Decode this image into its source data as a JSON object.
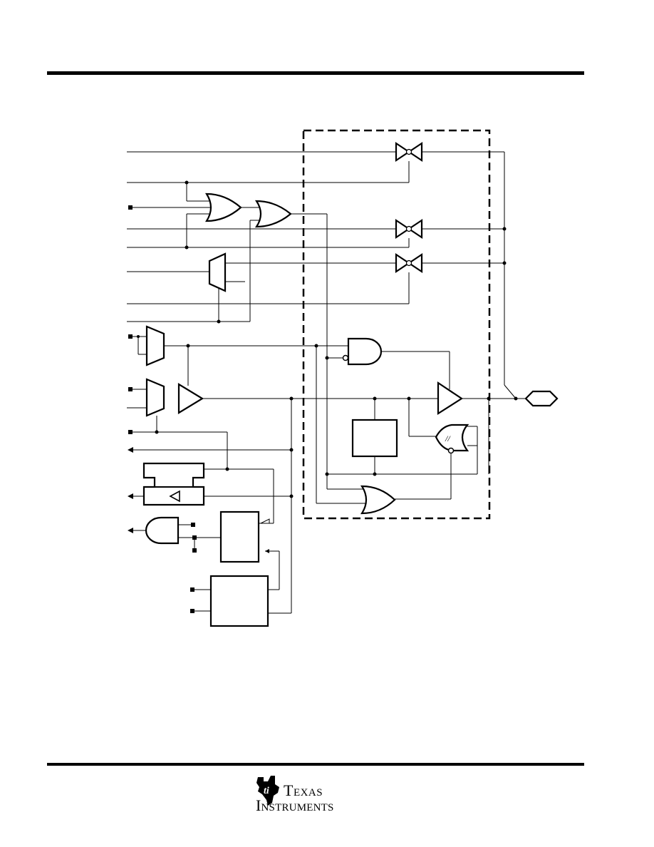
{
  "brand": {
    "line1": "Texas",
    "line2": "Instruments",
    "color": "#000000"
  },
  "diagram": {
    "type": "port pin logic schematic",
    "stroke_color": "#000000",
    "dashed_region": "pad-side logic block",
    "schmitt_symbol": "//"
  }
}
